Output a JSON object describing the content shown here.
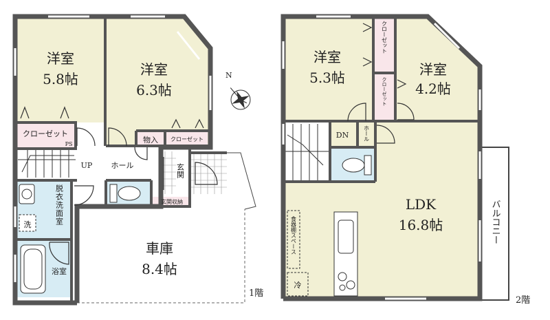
{
  "floor1": {
    "label": "1階",
    "rooms": {
      "western_a": {
        "name": "洋室",
        "size": "5.8帖"
      },
      "western_b": {
        "name": "洋室",
        "size": "6.3帖"
      },
      "closet": "クローゼット",
      "closet_small": "クローゼット",
      "storage": "物入",
      "hall": "ホール",
      "up": "UP",
      "entrance": "玄関",
      "entrance_storage": "玄関収納",
      "dressing": "脱衣洗面室",
      "bath": "浴室",
      "washer": "洗",
      "garage": {
        "name": "車庫",
        "size": "8.4帖"
      },
      "ps": "PS"
    }
  },
  "floor2": {
    "label": "2階",
    "rooms": {
      "western_a": {
        "name": "洋室",
        "size": "5.3帖"
      },
      "western_b": {
        "name": "洋室",
        "size": "4.2帖"
      },
      "closet_a": "クローゼット",
      "closet_b": "クローゼット",
      "dn": "DN",
      "hall": "ホール",
      "ldk": {
        "name": "LDK",
        "size": "16.8帖"
      },
      "cupboard": "食器棚スペース",
      "fridge": "冷",
      "balcony": "バルコニー"
    }
  },
  "compass": {
    "north": "N"
  },
  "colors": {
    "room_fill": "#f2f0d4",
    "wet_fill": "#d7ecf4",
    "closet_fill": "#f9e6ea",
    "wall": "#555555"
  }
}
